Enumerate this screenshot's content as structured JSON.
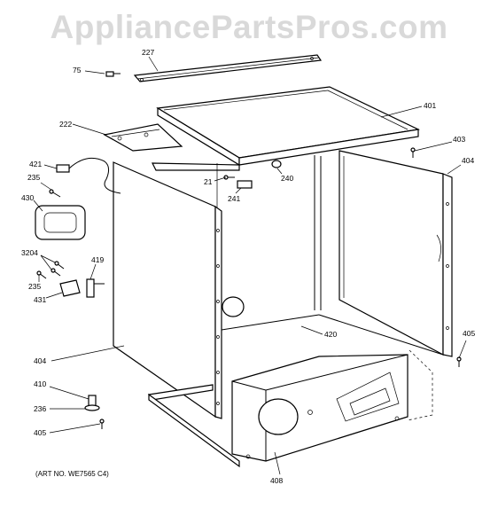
{
  "watermark": "AppliancePartsPros.com",
  "art_note": "(ART NO. WE7565 C4)",
  "callouts": {
    "c75": "75",
    "c227": "227",
    "c222": "222",
    "c401": "401",
    "c403": "403",
    "c404_right": "404",
    "c421": "421",
    "c235_top": "235",
    "c430": "430",
    "c21": "21",
    "c240": "240",
    "c241": "241",
    "c3204": "3204",
    "c419": "419",
    "c235_mid": "235",
    "c431": "431",
    "c420": "420",
    "c405_right": "405",
    "c404_left": "404",
    "c410": "410",
    "c236": "236",
    "c405_left": "405",
    "c408": "408"
  }
}
